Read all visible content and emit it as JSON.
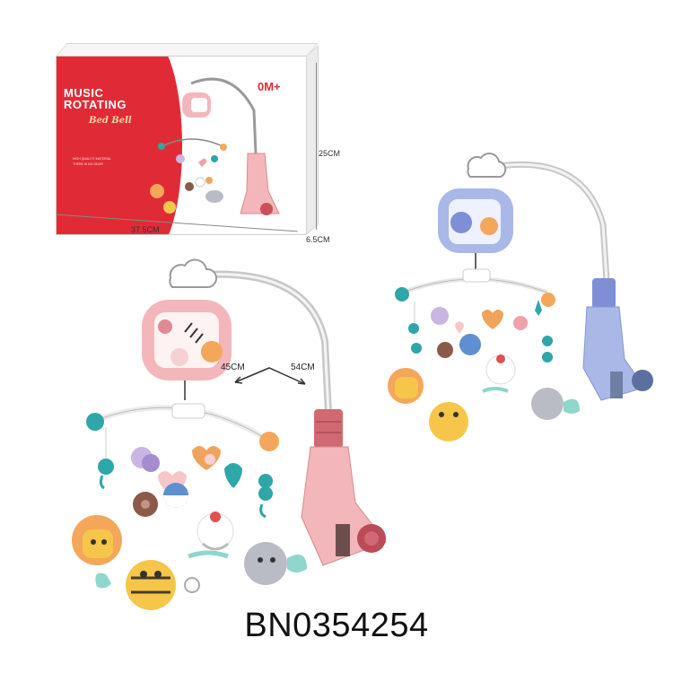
{
  "product_code": "BN0354254",
  "box": {
    "title_line1": "MUSIC",
    "title_line2": "ROTATING",
    "subtitle": "Bed Bell",
    "age_label": "0M+",
    "features": [
      "HIGH QUALITY MATERIAL",
      "THERE IS NO ODOR"
    ],
    "dim_width": "37.5CM",
    "dim_height": "25CM",
    "dim_depth": "6.5CM"
  },
  "product_dims": {
    "height": "45CM",
    "width": "54CM"
  },
  "colors": {
    "box_red": "#e02b36",
    "pink_unit": "#f3b6ba",
    "blue_unit": "#aab8e8",
    "teal": "#2fa6a8",
    "orange": "#f4a75a",
    "yellow": "#f6c64a",
    "grey": "#b9bcc4"
  }
}
